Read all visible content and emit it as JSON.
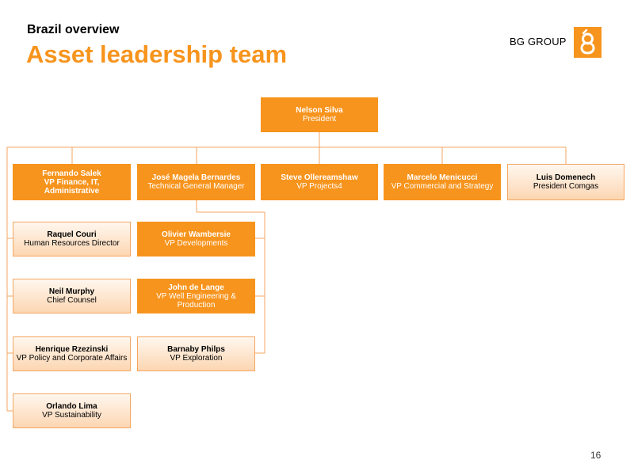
{
  "header": {
    "subtitle": "Brazil overview",
    "title": "Asset leadership team"
  },
  "logo": {
    "text": "BG GROUP",
    "mark_icon": "bg-group-logo-mark",
    "brand_color": "#f7941d"
  },
  "org": {
    "president": {
      "name": "Nelson Silva",
      "role": "President"
    },
    "vps": [
      {
        "name": "Fernando Salek",
        "role": "VP Finance, IT, Administrative"
      },
      {
        "name": "José Magela Bernardes",
        "role": "Technical General Manager"
      },
      {
        "name": "Steve Ollereamshaw",
        "role": "VP Projects4"
      },
      {
        "name": "Marcelo Menicucci",
        "role": "VP Commercial and Strategy"
      },
      {
        "name": "Luis Domenech",
        "role": "President Comgas"
      }
    ],
    "finance_reports": [
      {
        "name": "Raquel Couri",
        "role": "Human Resources Director"
      },
      {
        "name": "Neil Murphy",
        "role": "Chief Counsel"
      },
      {
        "name": "Henrique Rzezinski",
        "role": "VP Policy and Corporate Affairs"
      },
      {
        "name": "Orlando Lima",
        "role": "VP Sustainability"
      }
    ],
    "technical_reports": [
      {
        "name": "Olivier Wambersie",
        "role": "VP Developments"
      },
      {
        "name": "John de Lange",
        "role": "VP Well Engineering & Production"
      },
      {
        "name": "Barnaby Philps",
        "role": "VP Exploration"
      }
    ]
  },
  "footer": {
    "page_number": "16"
  }
}
